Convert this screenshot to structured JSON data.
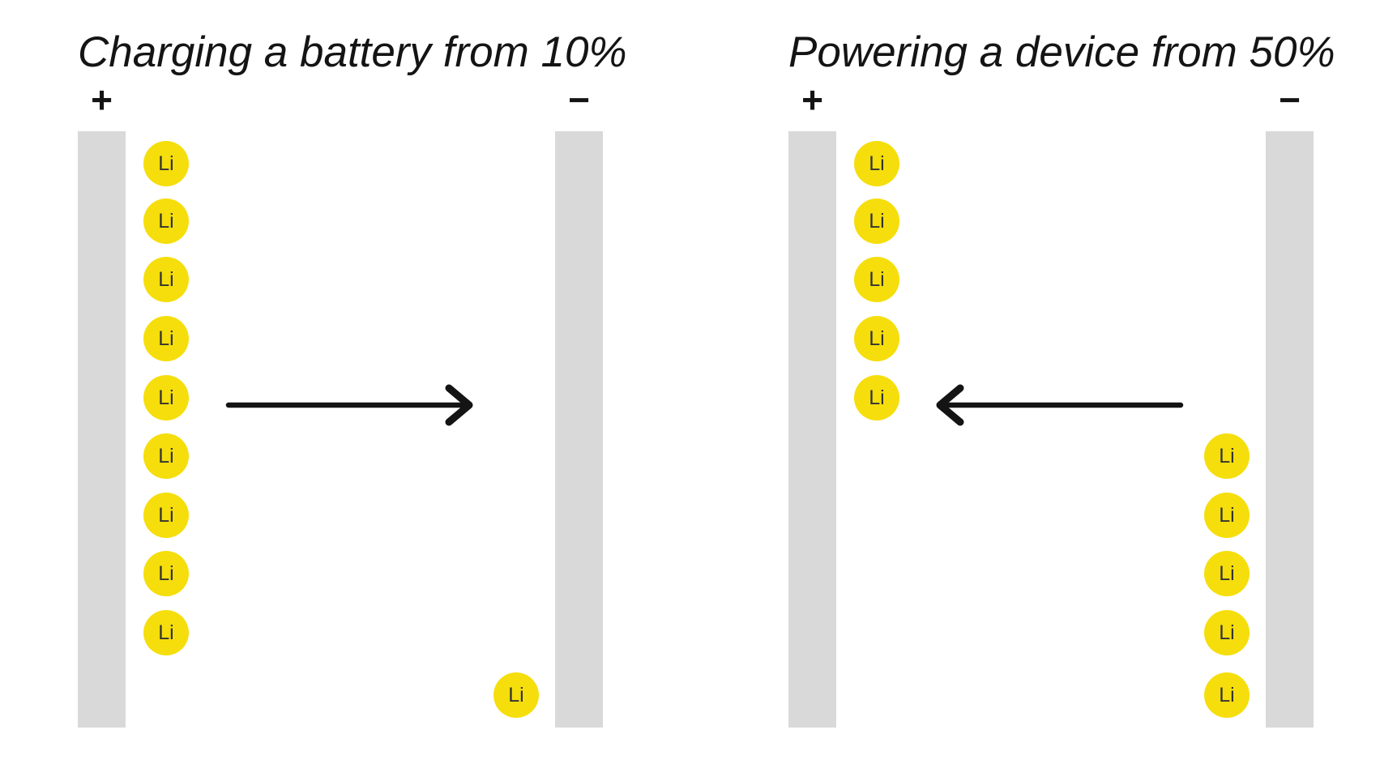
{
  "colors": {
    "background": "#ffffff",
    "electrode": "#d9d9d9",
    "ion_fill": "#f5de0b",
    "ion_text": "#333333",
    "ink": "#141414"
  },
  "ion_label": "Li",
  "panels": [
    {
      "title": "Charging a battery from 10%",
      "positive_terminal": "+",
      "negative_terminal": "−",
      "arrow_direction": "right",
      "positive_electrode_ion_rows": [
        0,
        1,
        2,
        3,
        4,
        5,
        6,
        7,
        8
      ],
      "negative_electrode_ion_rows": [
        9
      ]
    },
    {
      "title": "Powering a device from 50%",
      "positive_terminal": "+",
      "negative_terminal": "−",
      "arrow_direction": "left",
      "positive_electrode_ion_rows": [
        0,
        1,
        2,
        3,
        4
      ],
      "negative_electrode_ion_rows": [
        5,
        6,
        7,
        8,
        9
      ]
    }
  ]
}
